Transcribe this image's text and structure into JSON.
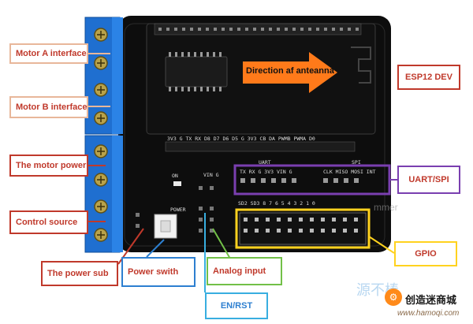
{
  "labels": {
    "motor_a": "Motor A interface",
    "motor_b": "Motor B interface",
    "motor_power": "The motor power",
    "control_source": "Control source",
    "power_sub": "The power sub",
    "power_switch": "Power swith",
    "analog_input": "Analog input",
    "en_rst": "EN/RST",
    "esp12": "ESP12 DEV",
    "uart_spi": "UART/SPI",
    "gpio": "GPIO",
    "direction": "Direction af anteanna"
  },
  "silkscreen": {
    "top_row": "3V3 G  TX  RX  D8  D7  D6  D5  G  3V3 CB  DA PWMB PWMA D0",
    "on": "ON",
    "power": "POWER",
    "vin_g": "VIN  G",
    "uart": "UART",
    "spi": "SPI",
    "uart_pins": "TX  RX  G  3V3 VIN  G",
    "spi_pins": "CLK MISO MOSI INT",
    "gpio_pins": "SD2 SD3  8   7   6   5   4   3   2   1   0"
  },
  "watermark": {
    "left": "源不棒",
    "chinese": "创造迷商城",
    "url": "www.hamoqi.com",
    "mid": "mmer"
  },
  "colors": {
    "board": "#0d0d0d",
    "terminal": "#1f6fd0",
    "label_red": "#c0392b",
    "arrow": "#ff7a1a",
    "purple": "#7a3fb0",
    "yellow": "#ffd21f",
    "green": "#72c048"
  }
}
